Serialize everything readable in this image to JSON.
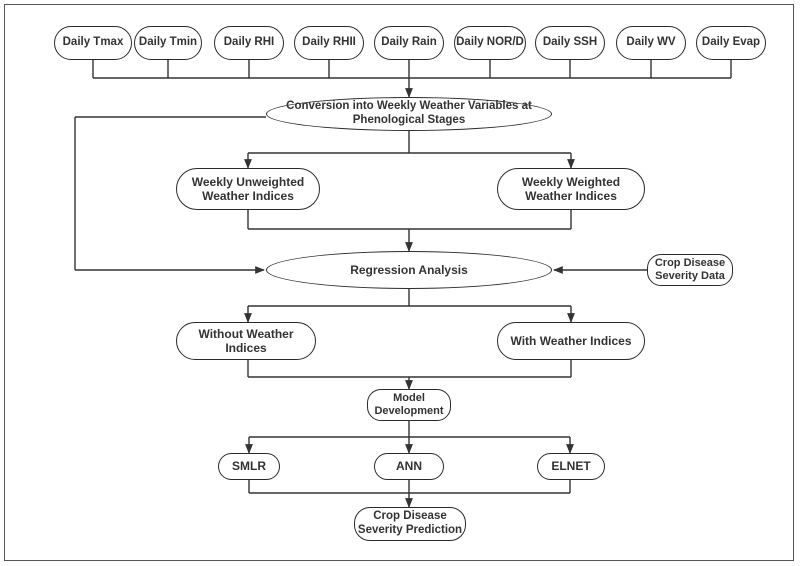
{
  "inputs": [
    {
      "label": "Daily Tmax"
    },
    {
      "label": "Daily Tmin"
    },
    {
      "label": "Daily RHI"
    },
    {
      "label": "Daily RHII"
    },
    {
      "label": "Daily Rain"
    },
    {
      "label": "Daily NOR/D"
    },
    {
      "label": "Daily SSH"
    },
    {
      "label": "Daily WV"
    },
    {
      "label": "Daily Evap"
    }
  ],
  "conversion": {
    "line1": "Conversion into Weekly Weather Variables at",
    "line2": "Phenological Stages"
  },
  "unweighted": {
    "line1": "Weekly Unweighted",
    "line2": "Weather Indices"
  },
  "weighted": {
    "line1": "Weekly Weighted",
    "line2": "Weather Indices"
  },
  "regression": {
    "label": "Regression Analysis"
  },
  "crop_data": {
    "line1": "Crop Disease",
    "line2": "Severity Data"
  },
  "without": {
    "line1": "Without Weather",
    "line2": "Indices"
  },
  "with": {
    "label": "With Weather Indices"
  },
  "model": {
    "line1": "Model",
    "line2": "Development"
  },
  "models": [
    {
      "label": "SMLR"
    },
    {
      "label": "ANN"
    },
    {
      "label": "ELNET"
    }
  ],
  "prediction": {
    "line1": "Crop Disease",
    "line2": "Severity Prediction"
  }
}
